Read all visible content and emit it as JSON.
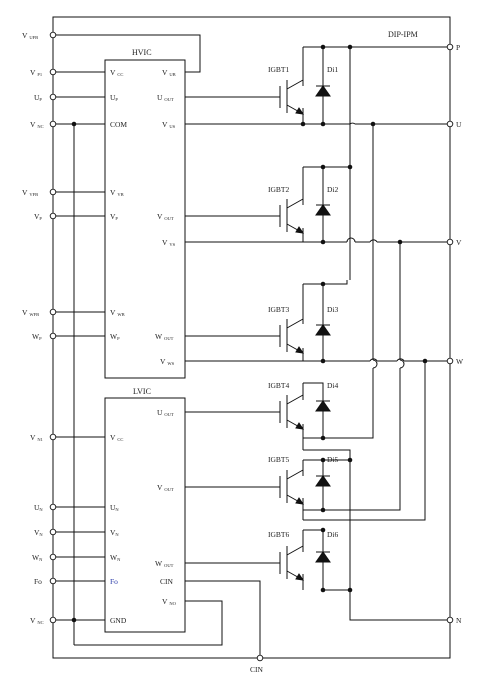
{
  "module": {
    "title": "DIP-IPM"
  },
  "hvic": {
    "title": "HVIC",
    "left_pins": [
      {
        "main": "V",
        "sub": "CC"
      },
      {
        "main": "U",
        "sub": "P"
      },
      {
        "main": "COM",
        "sub": ""
      },
      {
        "main": "V",
        "sub": "VB"
      },
      {
        "main": "V",
        "sub": "P"
      },
      {
        "main": "V",
        "sub": "WB"
      },
      {
        "main": "W",
        "sub": "P"
      }
    ],
    "right_pins": [
      {
        "main": "V",
        "sub": "UB"
      },
      {
        "main": "U",
        "sub": "OUT"
      },
      {
        "main": "V",
        "sub": "US"
      },
      {
        "main": "V",
        "sub": "OUT"
      },
      {
        "main": "V",
        "sub": "VS"
      },
      {
        "main": "W",
        "sub": "OUT"
      },
      {
        "main": "V",
        "sub": "WS"
      }
    ]
  },
  "lvic": {
    "title": "LVIC",
    "left_pins": [
      {
        "main": "V",
        "sub": "CC"
      },
      {
        "main": "U",
        "sub": "N"
      },
      {
        "main": "V",
        "sub": "N"
      },
      {
        "main": "W",
        "sub": "N"
      },
      {
        "main": "Fo",
        "sub": ""
      },
      {
        "main": "GND",
        "sub": ""
      }
    ],
    "right_pins": [
      {
        "main": "U",
        "sub": "OUT"
      },
      {
        "main": "V",
        "sub": "OUT"
      },
      {
        "main": "W",
        "sub": "OUT"
      },
      {
        "main": "CIN",
        "sub": ""
      },
      {
        "main": "V",
        "sub": "NO"
      }
    ]
  },
  "external_left": [
    {
      "main": "V",
      "sub": "UFB"
    },
    {
      "main": "V",
      "sub": "P1"
    },
    {
      "main": "U",
      "sub": "P"
    },
    {
      "main": "V",
      "sub": "NC"
    },
    {
      "main": "V",
      "sub": "VFB"
    },
    {
      "main": "V",
      "sub": "P"
    },
    {
      "main": "V",
      "sub": "WFB"
    },
    {
      "main": "W",
      "sub": "P"
    },
    {
      "main": "V",
      "sub": "N1"
    },
    {
      "main": "U",
      "sub": "N"
    },
    {
      "main": "V",
      "sub": "N"
    },
    {
      "main": "W",
      "sub": "N"
    },
    {
      "main": "Fo",
      "sub": ""
    },
    {
      "main": "V",
      "sub": "NC"
    }
  ],
  "external_right": [
    "P",
    "U",
    "V",
    "W",
    "N"
  ],
  "bottom_terminal": "CIN",
  "switches": [
    {
      "igbt": "IGBT1",
      "diode": "Di1"
    },
    {
      "igbt": "IGBT2",
      "diode": "Di2"
    },
    {
      "igbt": "IGBT3",
      "diode": "Di3"
    },
    {
      "igbt": "IGBT4",
      "diode": "Di4"
    },
    {
      "igbt": "IGBT5",
      "diode": "Di5"
    },
    {
      "igbt": "IGBT6",
      "diode": "Di6"
    }
  ]
}
